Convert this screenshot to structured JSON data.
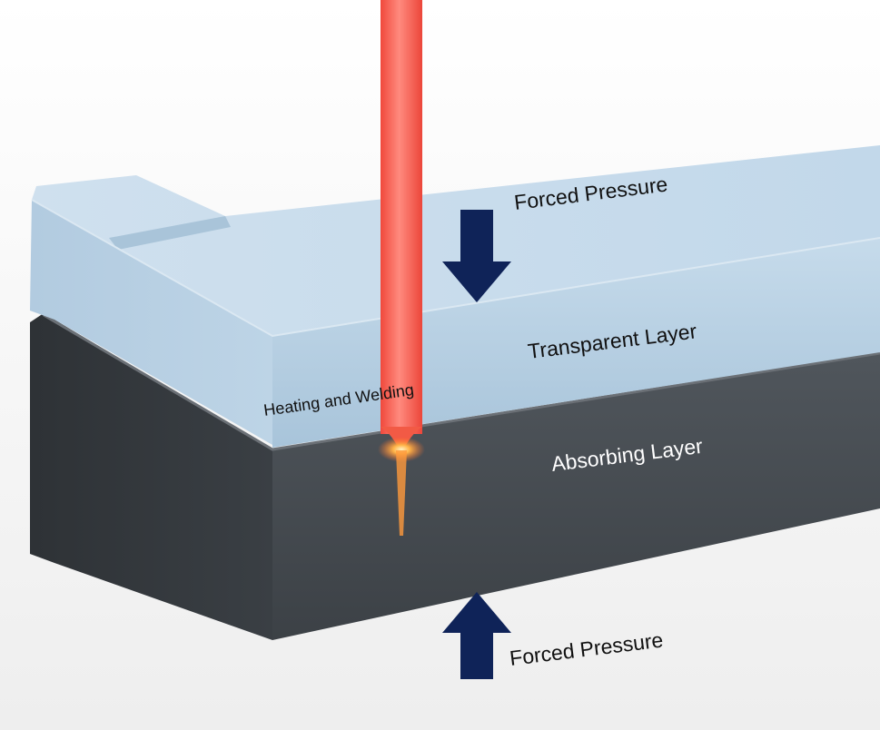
{
  "labels": {
    "top_pressure": "Forced Pressure",
    "transparent_layer": "Transparent Layer",
    "heating_welding": "Heating and Welding",
    "absorbing_layer": "Absorbing Layer",
    "bottom_pressure": "Forced Pressure"
  },
  "colors": {
    "transparent_layer": "#b9d3e6",
    "absorbing_layer": "#43484d",
    "laser_beam": "#f2574a",
    "weld_glow": "#ffb347",
    "pressure_arrow": "#0f2358"
  }
}
